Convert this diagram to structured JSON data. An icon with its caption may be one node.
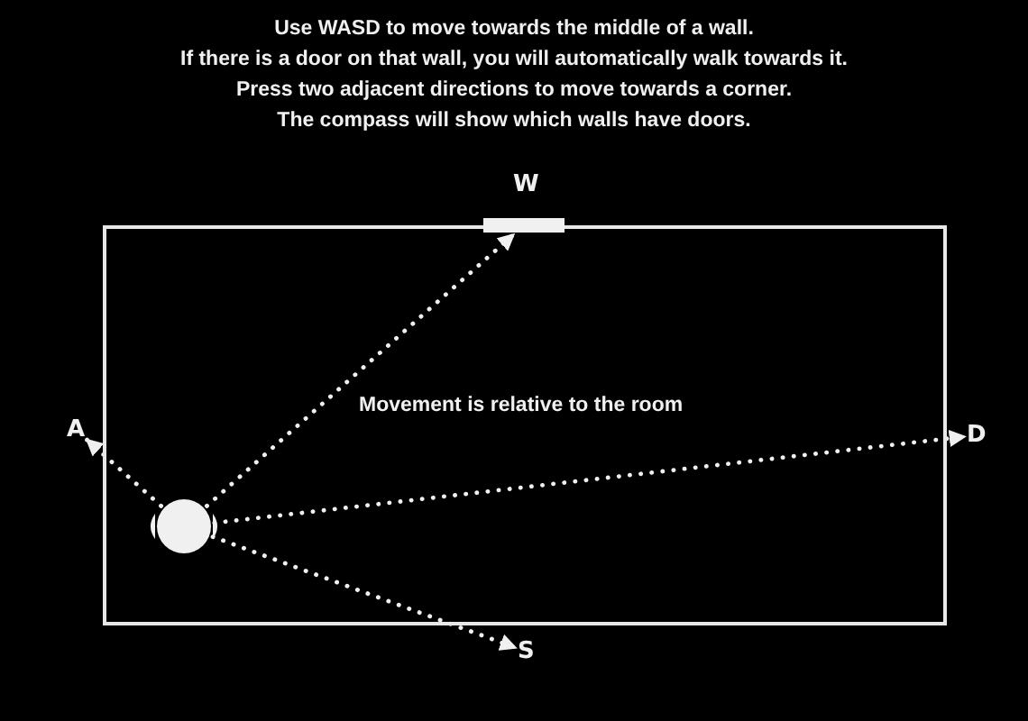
{
  "diagram": {
    "nodes": [
      {
        "text": [
          "Movement is relative to the room"
        ]
      },
      {
        "text": [],
        "shape": "circle",
        "in": 0
      },
      {
        "text": [],
        "shape": "bar",
        "beside": [
          "W"
        ]
      },
      {
        "text": [
          "A"
        ]
      },
      {
        "text": [
          "D"
        ]
      },
      {
        "text": [
          "S"
        ]
      }
    ],
    "edges": [
      {
        "from": 1,
        "to": 2,
        "arrow": "to"
      },
      {
        "from": 1,
        "to": 3,
        "arrow": "to"
      },
      {
        "from": 1,
        "to": 4,
        "arrow": "to"
      },
      {
        "from": 1,
        "to": 5,
        "arrow": "to"
      }
    ],
    "labels": [
      "Use WASD to move towards the middle of a wall.",
      "If there is a door on that wall, you will automatically walk towards it.",
      "Press two adjacent directions to move towards a corner.",
      "The compass will show which walls have doors."
    ]
  }
}
